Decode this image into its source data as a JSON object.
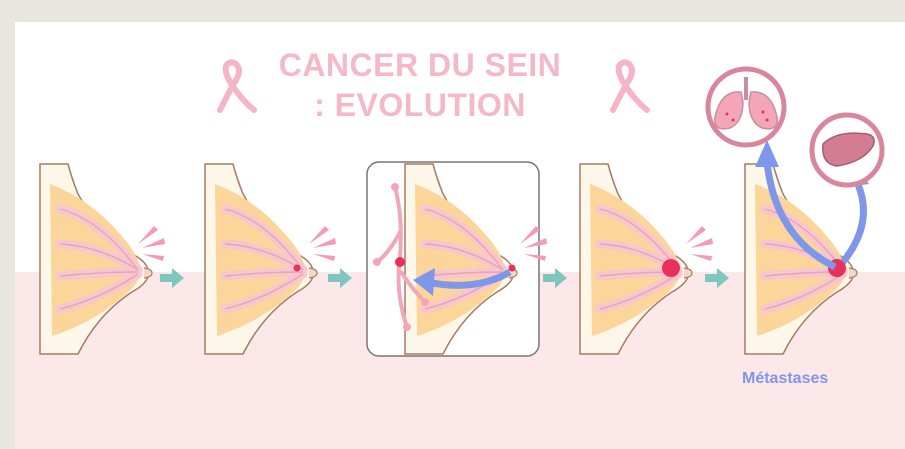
{
  "title": {
    "line1": "CANCER DU SEIN",
    "line2": ": EVOLUTION"
  },
  "metastases_label": "Métastases",
  "colors": {
    "title": "#f5b9c5",
    "ribbon": "#f4b6c4",
    "tissue": "#fcd59a",
    "lobules": "#f7c6cf",
    "tumor": "#e8315a",
    "arrow_teal": "#7fc6c0",
    "arrow_blue": "#7f97ea",
    "organ_ring": "#d9869a",
    "label": "#7f97ea"
  },
  "icons": [
    "ribbon-icon",
    "lungs-icon",
    "liver-icon",
    "arrow-icon"
  ],
  "stages": [
    {
      "name": "stage-healthy",
      "tumor": "none"
    },
    {
      "name": "stage-small-tumor",
      "tumor": "small"
    },
    {
      "name": "stage-duct-spread",
      "tumor": "small"
    },
    {
      "name": "stage-large-tumor",
      "tumor": "large"
    },
    {
      "name": "stage-metastases",
      "tumor": "large"
    }
  ]
}
